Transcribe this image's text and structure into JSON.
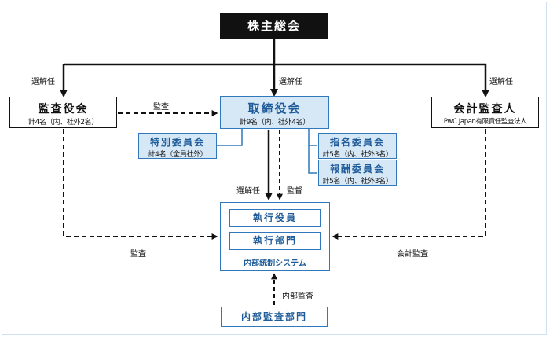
{
  "nodes": {
    "shareholders": {
      "title": "株主総会"
    },
    "auditors": {
      "title": "監査役会",
      "detail": "計4名（内、社外2名）"
    },
    "directors": {
      "title": "取締役会",
      "detail": "計9名（内、社外4名）"
    },
    "accountant": {
      "title": "会計監査人",
      "detail": "PwC Japan有限責任監査法人"
    },
    "special_committee": {
      "title": "特別委員会",
      "detail": "計4名（全員社外）"
    },
    "nominating_committee": {
      "title": "指名委員会",
      "detail": "計5名（内、社外3名）"
    },
    "compensation_committee": {
      "title": "報酬委員会",
      "detail": "計5名（内、社外3名）"
    },
    "executive_officers": {
      "title": "執行役員"
    },
    "executive_departments": {
      "title": "執行部門"
    },
    "internal_control": {
      "title": "内部統制システム"
    },
    "internal_audit": {
      "title": "内部監査部門"
    }
  },
  "edge_labels": {
    "elect_left": "選解任",
    "elect_center": "選解任",
    "elect_right": "選解任",
    "audit_top": "監査",
    "elect_lower": "選解任",
    "supervise": "監督",
    "audit_left": "監査",
    "accounting_audit": "会計監査",
    "internal_audit": "内部監査"
  },
  "colors": {
    "blue_border": "#2f78bb",
    "blue_fill": "#d6e7f6",
    "blue_text": "#1f5c99",
    "black": "#111111"
  }
}
